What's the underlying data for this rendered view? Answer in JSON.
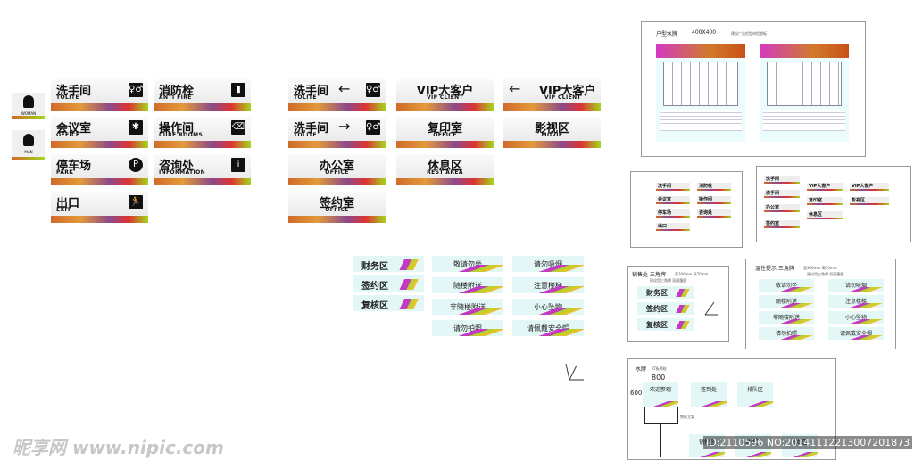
{
  "icons_left": [
    {
      "label": "WOMAN"
    },
    {
      "label": "MAN"
    }
  ],
  "signs_left": [
    {
      "cn": "洗手间",
      "en": "TOLITE",
      "icon": "restroom-icon"
    },
    {
      "cn": "消防栓",
      "en": "ANTI FIRE",
      "icon": "fire-extinguisher-icon"
    },
    {
      "cn": "会议室",
      "en": "OFFICE",
      "icon": "meeting-icon"
    },
    {
      "cn": "操作间",
      "en": "CURE ROOMS",
      "icon": "trash-icon"
    },
    {
      "cn": "停车场",
      "en": "PARK",
      "icon": "parking-icon",
      "glyph": "P"
    },
    {
      "cn": "咨询处",
      "en": "INFORMATION",
      "icon": "info-icon",
      "glyph": "i"
    },
    {
      "cn": "出口",
      "en": "EXIT",
      "icon": "exit-icon"
    }
  ],
  "signs_mid": [
    {
      "cn": "洗手间",
      "en": "TOLITE",
      "arrow": "←"
    },
    {
      "cn": "洗手间",
      "en": "TOLITE",
      "arrow": "→"
    },
    {
      "cn": "办公室",
      "en": "OFFICE"
    },
    {
      "cn": "签约室",
      "en": "OFFICE"
    },
    {
      "cn": "VIP大客户",
      "en": "VIP CLIENT"
    },
    {
      "cn": "复印室",
      "en": "OFFICE"
    },
    {
      "cn": "休息区",
      "en": "REST AREA"
    },
    {
      "cn": "VIP大客户",
      "en": "VIP CLIENT",
      "arrow": "←"
    },
    {
      "cn": "影视区",
      "en": "MOVIE"
    }
  ],
  "area_signs": [
    "财务区",
    "签约区",
    "复核区"
  ],
  "tip_signs": [
    "敬请勿坐",
    "请勿吸烟",
    "随楼附送",
    "注意楼梯",
    "非随楼附送",
    "小心坠物",
    "请勿拍照",
    "请佩戴安全帽"
  ],
  "panel_plan": {
    "title": "户型水牌",
    "size": "400X400",
    "note": "建议广告铝型材铝塑板"
  },
  "panel_sales": {
    "title": "销售处 三角牌",
    "dims": "宽300mm 高70mm",
    "note": "建议用三角牌 双面腹膜"
  },
  "panel_tips": {
    "title": "温性提示 三角牌",
    "dims": "宽300mm 高70mm",
    "note": "建议用三角牌 双面腹膜"
  },
  "panel_board": {
    "title": "水牌",
    "spec": "KT板喷绘",
    "w": "800",
    "h": "600",
    "base": "铁框立架",
    "items": [
      "欢迎参观",
      "签到处",
      "排队区",
      "销控区",
      "财务区",
      "签约区"
    ]
  },
  "watermark": {
    "logo": "昵享网 www.nipic.com",
    "id": "ID:2110596 NO:20141112213007201873"
  }
}
